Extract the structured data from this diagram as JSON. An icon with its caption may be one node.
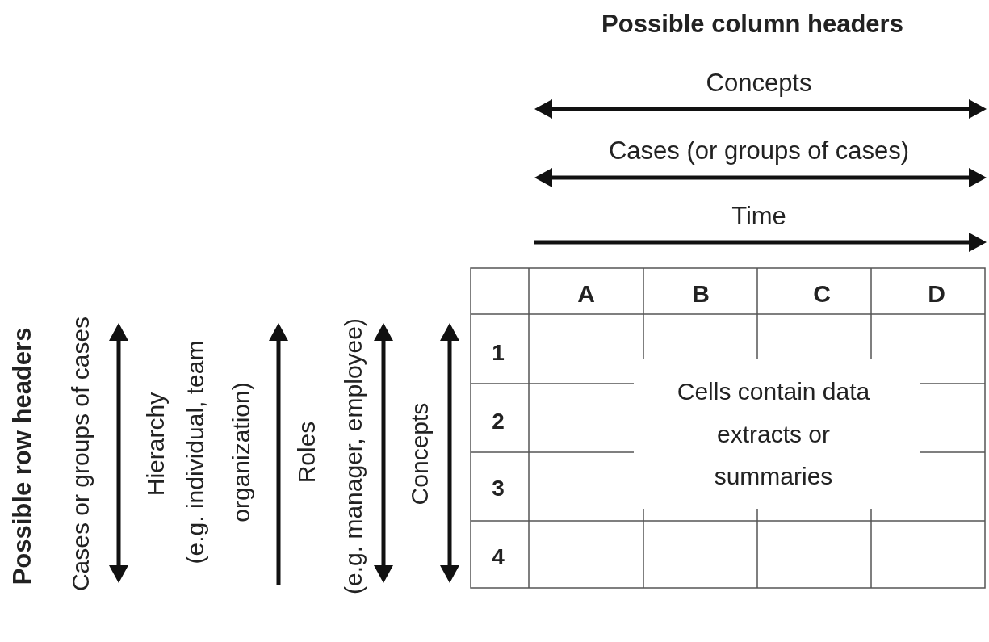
{
  "diagram": {
    "labels": [
      "Possible column headers",
      "Concepts",
      "Cases (or groups of cases)",
      "Time",
      "Possible row headers",
      "Cases or groups of cases",
      "Hierarchy",
      "(e.g. individual, team organization)",
      "Roles",
      "(e.g. manager, employee)",
      "Concepts",
      "A",
      "B",
      "C",
      "D",
      "1",
      "2",
      "3",
      "4",
      "Cells contain data extracts or summaries"
    ]
  }
}
